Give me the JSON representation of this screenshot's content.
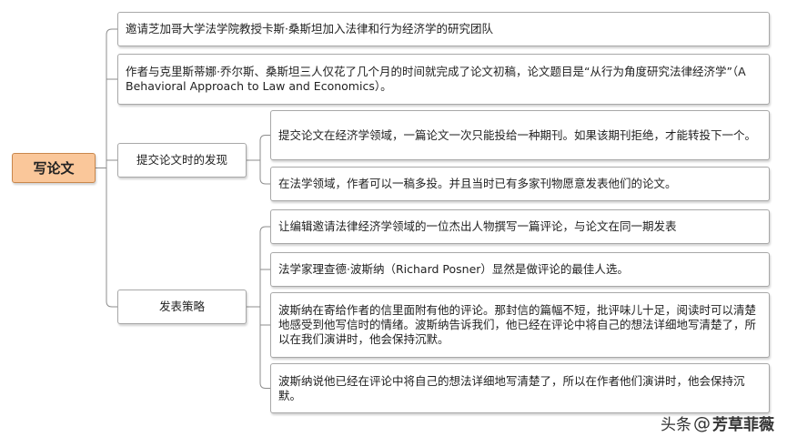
{
  "mindmap": {
    "root": "写论文",
    "branches": [
      {
        "text": "邀请芝加哥大学法学院教授卡斯·桑斯坦加入法律和行为经济学的研究团队"
      },
      {
        "text": "作者与克里斯蒂娜·乔尔斯、桑斯坦三人仅花了几个月的时间就完成了论文初稿，论文题目是“从行为角度研究法律经济学”（A Behavioral Approach to Law and Economics）。"
      },
      {
        "text": "提交论文时的发现",
        "children": [
          "提交论文在经济学领域，一篇论文一次只能投给一种期刊。如果该期刊拒绝，才能转投下一个。",
          "在法学领域，作者可以一稿多投。并且当时已有多家刊物愿意发表他们的论文。"
        ]
      },
      {
        "text": "发表策略",
        "children": [
          "让编辑邀请法律经济学领域的一位杰出人物撰写一篇评论，与论文在同一期发表",
          "法学家理查德·波斯纳（Richard Posner）显然是做评论的最佳人选。",
          "波斯纳在寄给作者的信里面附有他的评论。那封信的篇幅不短，批评味儿十足，阅读时可以清楚地感受到他写信时的情绪。波斯纳告诉我们，他已经在评论中将自己的想法详细地写清楚了，所以在我们演讲时，他会保持沉默。",
          "波斯纳说他已经在评论中将自己的想法详细地写清楚了，所以在作者他们演讲时，他会保持沉默。"
        ]
      }
    ]
  },
  "watermark": {
    "brand": "头条",
    "at": "@",
    "name": "芳草菲薇"
  },
  "colors": {
    "root_fill": "#fac79a",
    "root_border": "#c9874c",
    "line": "#8c8c8c"
  }
}
